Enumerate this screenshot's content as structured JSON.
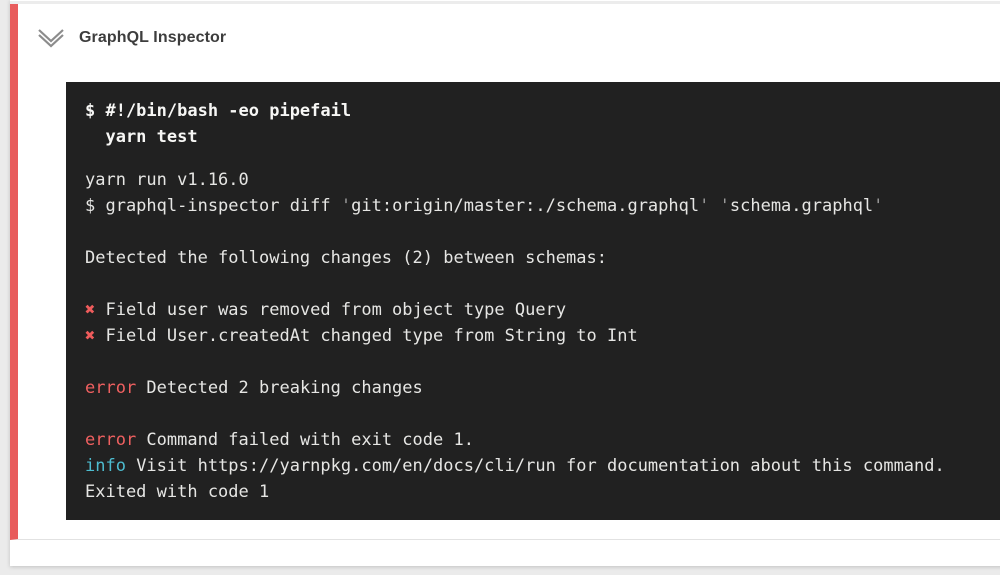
{
  "page": {
    "background_color": "#ebebeb",
    "card_color": "#ffffff"
  },
  "step": {
    "title": "GraphQL Inspector",
    "status": "failed",
    "status_stripe_color": "#e85c5c",
    "collapse_icon": "double-chevron-down-icon",
    "icon_color": "#8c8c8c"
  },
  "terminal": {
    "background_color": "#212121",
    "text_color": "#e6e6e4",
    "colors": {
      "plain": "#e6e6e4",
      "dim": "#9a9a9a",
      "error": "#ef6060",
      "info": "#4dbccf",
      "cross": "#ef5c5c"
    },
    "command_lines": [
      "$ #!/bin/bash -eo pipefail",
      "  yarn test"
    ],
    "output_lines": [
      [
        {
          "t": "yarn run v1.16.0",
          "s": "plain"
        }
      ],
      [
        {
          "t": "$ graphql-inspector diff ",
          "s": "plain"
        },
        {
          "t": "'",
          "s": "dim"
        },
        {
          "t": "git:origin/master:./schema.graphql",
          "s": "plain"
        },
        {
          "t": "'",
          "s": "dim"
        },
        {
          "t": " ",
          "s": "plain"
        },
        {
          "t": "'",
          "s": "dim"
        },
        {
          "t": "schema.graphql",
          "s": "plain"
        },
        {
          "t": "'",
          "s": "dim"
        }
      ],
      [],
      [
        {
          "t": "Detected the following changes (2) between schemas:",
          "s": "plain"
        }
      ],
      [],
      [
        {
          "t": "✖",
          "s": "cross"
        },
        {
          "t": " Field user was removed from object type Query",
          "s": "plain"
        }
      ],
      [
        {
          "t": "✖",
          "s": "cross"
        },
        {
          "t": " Field User.createdAt changed type from String to Int",
          "s": "plain"
        }
      ],
      [],
      [
        {
          "t": "error",
          "s": "error"
        },
        {
          "t": " Detected 2 breaking changes",
          "s": "plain"
        }
      ],
      [],
      [
        {
          "t": "error",
          "s": "error"
        },
        {
          "t": " Command failed with exit code 1.",
          "s": "plain"
        }
      ],
      [
        {
          "t": "info",
          "s": "info"
        },
        {
          "t": " Visit https://yarnpkg.com/en/docs/cli/run for documentation about this command.",
          "s": "plain"
        }
      ],
      [
        {
          "t": "Exited with code 1",
          "s": "plain"
        }
      ]
    ]
  }
}
